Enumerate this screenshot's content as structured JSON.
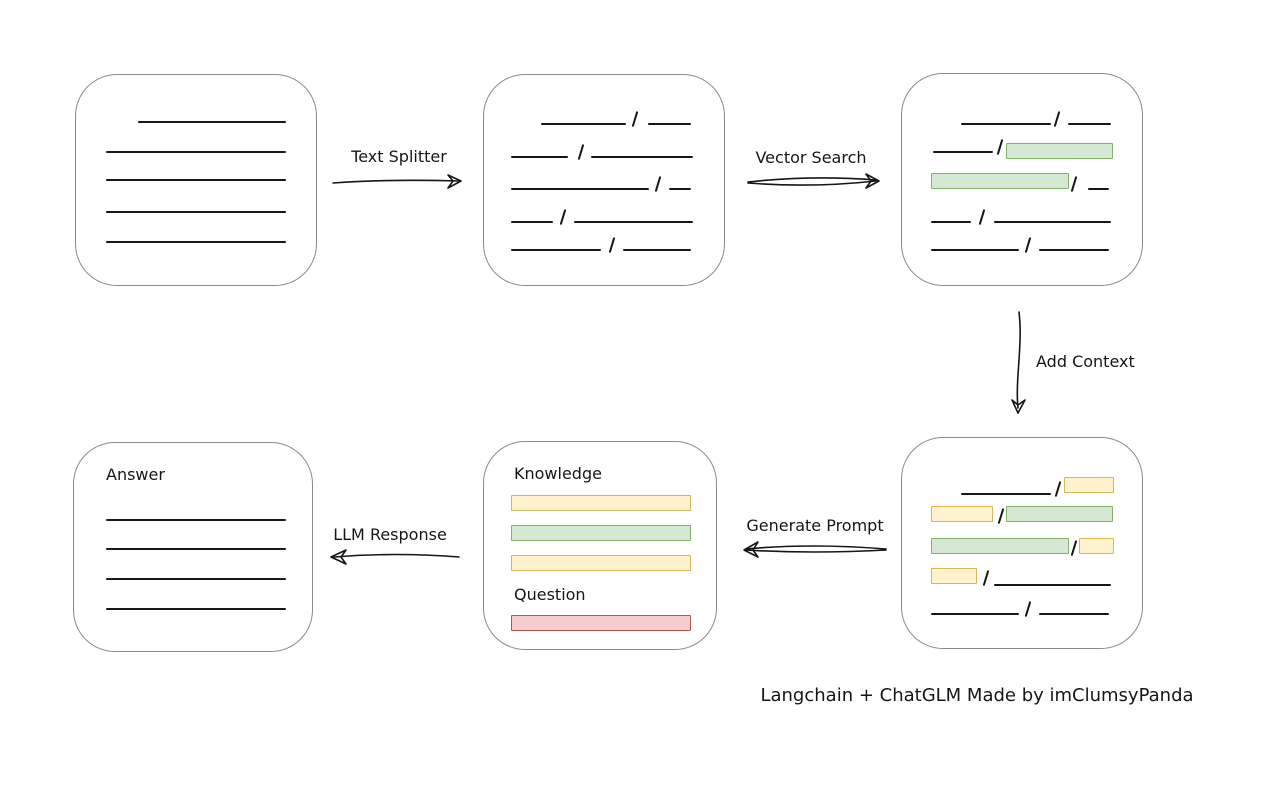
{
  "diagram": {
    "caption": "Langchain + ChatGLM Made by imClumsyPanda",
    "arrows": [
      {
        "id": "text-splitter",
        "label": "Text Splitter",
        "direction": "right"
      },
      {
        "id": "vector-search",
        "label": "Vector Search",
        "direction": "right"
      },
      {
        "id": "add-context",
        "label": "Add Context",
        "direction": "down"
      },
      {
        "id": "generate-prompt",
        "label": "Generate Prompt",
        "direction": "left"
      },
      {
        "id": "llm-response",
        "label": "LLM Response",
        "direction": "left"
      }
    ],
    "boxes": {
      "source_document": {
        "name": "source document",
        "lines": 5
      },
      "split_chunks": {
        "name": "split text chunks",
        "lines": 5
      },
      "matched_chunks": {
        "name": "vector matched chunks",
        "green_highlights": 2
      },
      "context_chunks": {
        "name": "chunks with added context",
        "green_highlights": 2,
        "yellow_highlights": 4
      },
      "prompt": {
        "knowledge_label": "Knowledge",
        "question_label": "Question",
        "knowledge_chips": [
          "yellow",
          "green",
          "yellow"
        ],
        "question_chip": "red"
      },
      "answer": {
        "label": "Answer",
        "lines": 4
      }
    },
    "colors": {
      "chunk_green_fill": "#d5e8d4",
      "chunk_green_border": "#82b366",
      "chunk_yellow_fill": "#fff2cc",
      "chunk_yellow_border": "#d6b656",
      "question_red_fill": "#f8cecc",
      "question_red_border": "#b85450",
      "box_border": "#8a8a8a",
      "ink": "#161616"
    }
  }
}
